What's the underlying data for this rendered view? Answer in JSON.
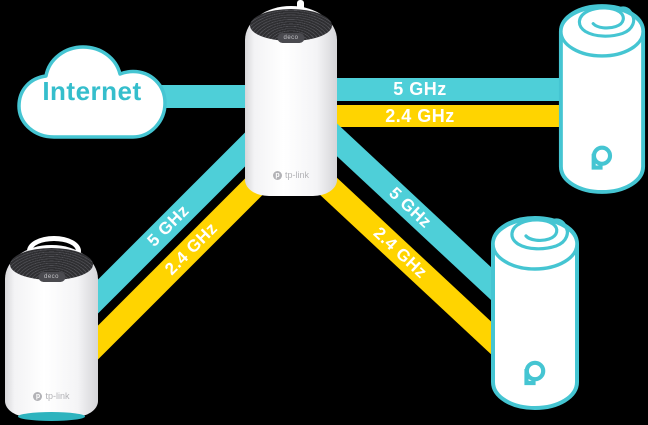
{
  "cloud": {
    "label": "Internet"
  },
  "bands": {
    "top_5ghz": "5 GHz",
    "top_24ghz": "2.4 GHz",
    "left_5ghz": "5 GHz",
    "left_24ghz": "2.4 GHz",
    "right_5ghz": "5 GHz",
    "right_24ghz": "2.4 GHz"
  },
  "device": {
    "badge": "deco",
    "brand": "tp-link",
    "brand_mark": "p"
  },
  "colors": {
    "band_5ghz": "#4ECFD8",
    "band_24ghz": "#FFD400",
    "outline_teal": "#45C5D2",
    "internet_text": "#35BECC",
    "cap_dark": "#39393C"
  },
  "icons": {
    "internet_cloud": "cloud-icon",
    "deco_spiral": "deco-spiral-icon",
    "tplink_logo": "tplink-logo-icon"
  }
}
